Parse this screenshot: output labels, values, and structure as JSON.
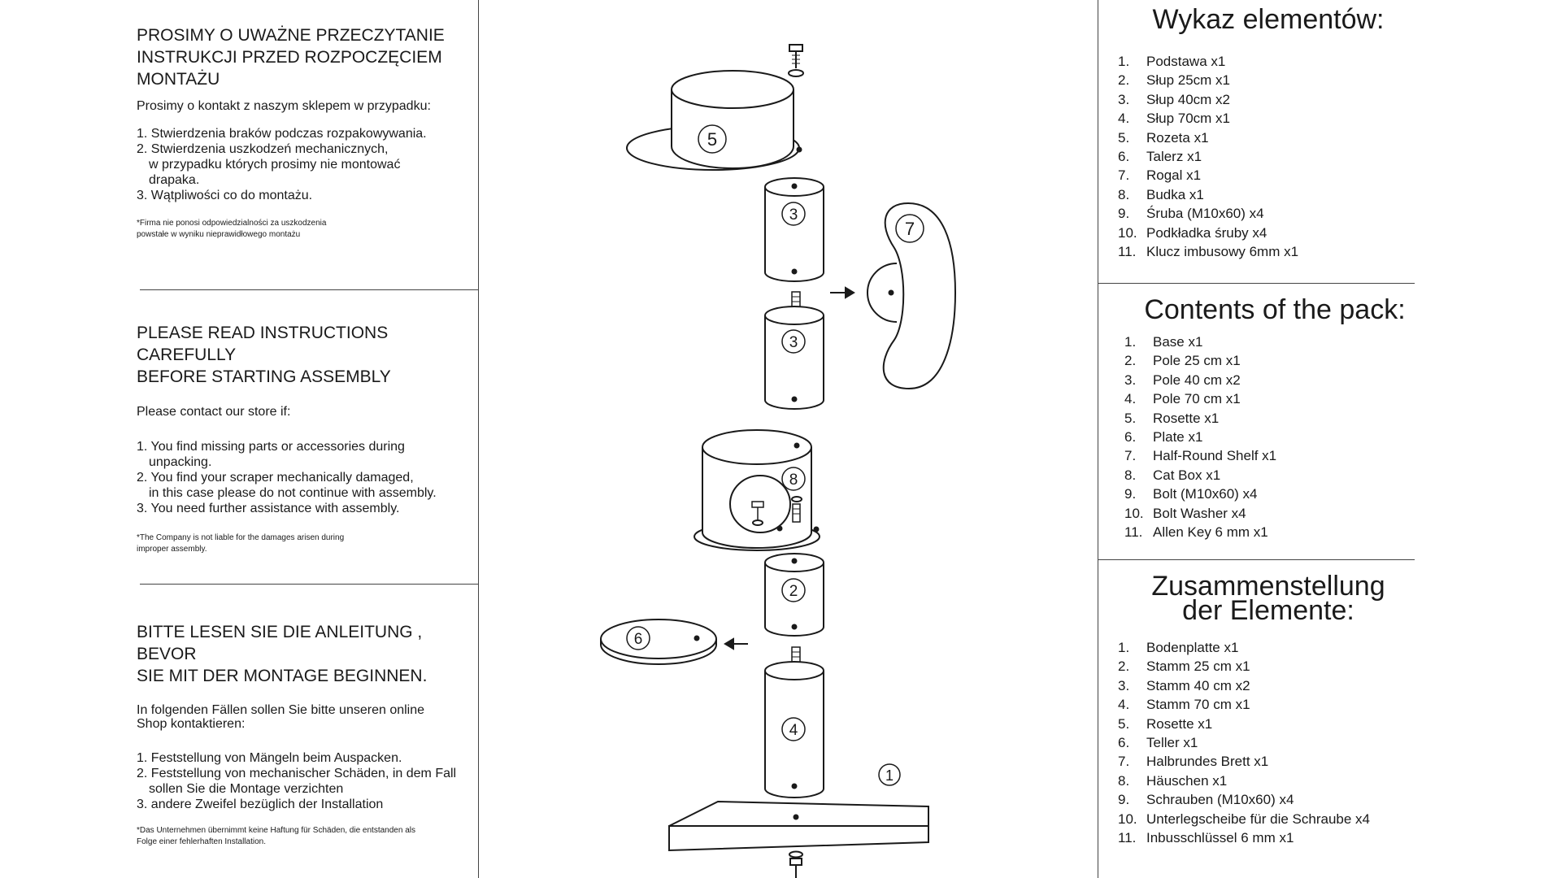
{
  "polish": {
    "heading": [
      "PROSIMY O UWAŻNE PRZECZYTANIE",
      "INSTRUKCJI PRZED ROZPOCZĘCIEM",
      "MONTAŻU"
    ],
    "intro": "Prosimy o kontakt z naszym sklepem w przypadku:",
    "items": [
      "1. Stwierdzenia braków podczas rozpakowywania.",
      "2. Stwierdzenia uszkodzeń mechanicznych,",
      "w przypadku których prosimy nie montować",
      "drapaka.",
      "3. Wątpliwości co do montażu."
    ],
    "note": [
      "*Firma nie ponosi odpowiedzialności za uszkodzenia",
      "powstałe w wyniku nieprawidłowego montażu"
    ]
  },
  "english": {
    "heading": [
      "PLEASE READ INSTRUCTIONS CAREFULLY",
      "BEFORE STARTING ASSEMBLY"
    ],
    "intro": "Please contact our store if:",
    "items": [
      "1. You find missing parts or accessories during",
      "unpacking.",
      "2. You find your scraper mechanically damaged,",
      "in this case please do not continue with assembly.",
      "3. You need further assistance with assembly."
    ],
    "note": [
      "*The Company is not liable for the damages arisen during",
      "improper assembly."
    ]
  },
  "german": {
    "heading": [
      "BITTE LESEN SIE DIE ANLEITUNG , BEVOR",
      "SIE MIT DER MONTAGE BEGINNEN."
    ],
    "intro": [
      "In folgenden Fällen sollen Sie bitte unseren online",
      "Shop kontaktieren:"
    ],
    "items": [
      "1. Feststellung von Mängeln beim Auspacken.",
      "2. Feststellung von mechanischer Schäden, in dem Fall",
      "sollen Sie die Montage verzichten",
      "3. andere Zweifel bezüglich der Installation"
    ],
    "note": [
      "*Das Unternehmen übernimmt keine Haftung für Schäden, die entstanden als",
      "Folge einer  fehlerhaften Installation."
    ]
  },
  "parts_pl": {
    "title": "Wykaz elementów:",
    "items": [
      {
        "n": "1.",
        "t": "Podstawa x1"
      },
      {
        "n": "2.",
        "t": "Słup 25cm x1"
      },
      {
        "n": "3.",
        "t": "Słup 40cm x2"
      },
      {
        "n": "4.",
        "t": "Słup 70cm x1"
      },
      {
        "n": "5.",
        "t": "Rozeta x1"
      },
      {
        "n": "6.",
        "t": "Talerz x1"
      },
      {
        "n": "7.",
        "t": "Rogal x1"
      },
      {
        "n": "8.",
        "t": "Budka x1"
      },
      {
        "n": "9.",
        "t": "Śruba (M10x60) x4"
      },
      {
        "n": "10.",
        "t": "Podkładka śruby x4"
      },
      {
        "n": "11.",
        "t": "Klucz imbusowy 6mm x1"
      }
    ]
  },
  "parts_en": {
    "title": "Contents of the pack:",
    "items": [
      {
        "n": "1.",
        "t": "Base x1"
      },
      {
        "n": "2.",
        "t": "Pole 25 cm x1"
      },
      {
        "n": "3.",
        "t": "Pole 40 cm x2"
      },
      {
        "n": "4.",
        "t": "Pole 70 cm x1"
      },
      {
        "n": "5.",
        "t": "Rosette x1"
      },
      {
        "n": "6.",
        "t": "Plate x1"
      },
      {
        "n": "7.",
        "t": "Half-Round Shelf x1"
      },
      {
        "n": "8.",
        "t": "Cat Box x1"
      },
      {
        "n": "9.",
        "t": "Bolt (M10x60) x4"
      },
      {
        "n": "10.",
        "t": "Bolt Washer x4"
      },
      {
        "n": "11.",
        "t": "Allen Key 6 mm x1"
      }
    ]
  },
  "parts_de": {
    "title": [
      "Zusammenstellung",
      "der Elemente:"
    ],
    "items": [
      {
        "n": "1.",
        "t": "Bodenplatte x1"
      },
      {
        "n": "2.",
        "t": "Stamm 25 cm x1"
      },
      {
        "n": "3.",
        "t": "Stamm 40 cm x2"
      },
      {
        "n": "4.",
        "t": "Stamm 70 cm x1"
      },
      {
        "n": "5.",
        "t": "Rosette x1"
      },
      {
        "n": "6.",
        "t": "Teller x1"
      },
      {
        "n": "7.",
        "t": "Halbrundes Brett x1"
      },
      {
        "n": "8.",
        "t": "Häuschen x1"
      },
      {
        "n": "9.",
        "t": "Schrauben (M10x60) x4"
      },
      {
        "n": "10.",
        "t": "Unterlegscheibe für die Schraube x4"
      },
      {
        "n": "11.",
        "t": "Inbusschlüssel 6 mm x1"
      }
    ]
  },
  "diagram_labels": [
    "1",
    "2",
    "3",
    "3",
    "4",
    "5",
    "6",
    "7",
    "8"
  ]
}
